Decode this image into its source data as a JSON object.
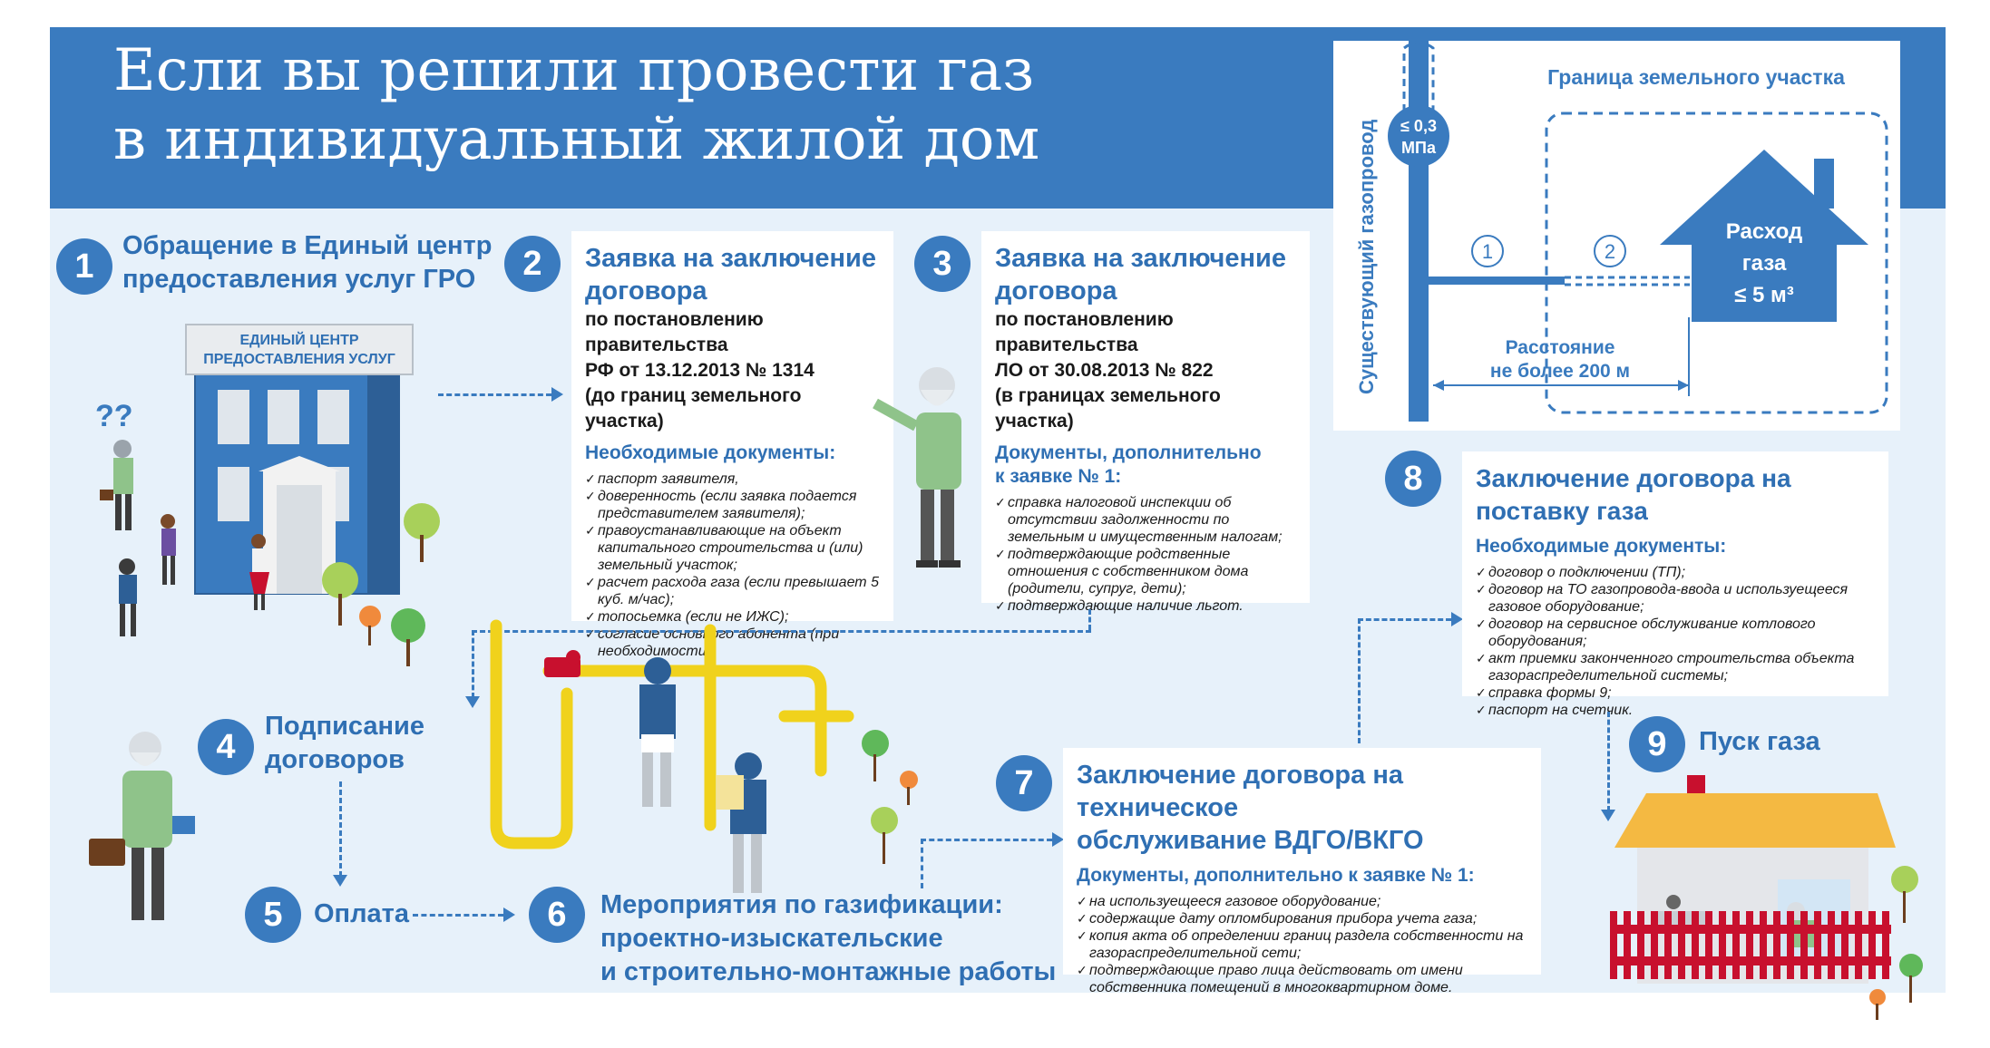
{
  "title": "Если вы решили провести газ\nв индивидуальный жилой дом",
  "colors": {
    "primary": "#3a7bbf",
    "background": "#e7f1fa",
    "pipe": "#f0d21c",
    "fence": "#c8102e",
    "roof": "#f4b942"
  },
  "step1": {
    "number": "1",
    "title": "Обращение в Единый центр\nпредоставления услуг ГРО",
    "sign_line1": "ЕДИНЫЙ ЦЕНТР",
    "sign_line2": "ПРЕДОСТАВЛЕНИЯ УСЛУГ",
    "question_marks": "??"
  },
  "step2": {
    "number": "2",
    "title": "Заявка на заключение\nдоговора",
    "subtitle": "по постановлению правительства\nРФ от 13.12.2013 № 1314\n(до границ земельного участка)",
    "docs_title": "Необходимые документы:",
    "docs": [
      "паспорт заявителя,",
      "доверенность (если заявка подается представителем заявителя);",
      "правоустанавливающие на объект капитального строительства и (или) земельный участок;",
      "расчет расхода газа (если превышает 5 куб. м/час);",
      "топосьемка (если не ИЖС);",
      "согласие основного абонента (при необходимости)."
    ]
  },
  "step3": {
    "number": "3",
    "title": "Заявка на заключение\nдоговора",
    "subtitle": "по постановлению правительства\nЛО от 30.08.2013 № 822\n(в границах земельного участка)",
    "docs_title": "Документы, дополнительно\nк заявке № 1:",
    "docs": [
      "справка налоговой инспекции об отсутствии задолженности по земельным и имущественным налогам;",
      "подтверждающие родственные отношения с собственником дома (родители, супруг, дети);",
      "подтверждающие наличие льгот."
    ]
  },
  "step4": {
    "number": "4",
    "title": "Подписание\nдоговоров"
  },
  "step5": {
    "number": "5",
    "title": "Оплата"
  },
  "step6": {
    "number": "6",
    "title": "Мероприятия по газификации:\nпроектно-изыскательские\nи строительно-монтажные работы"
  },
  "step7": {
    "number": "7",
    "title": "Заключение договора на техническое\nобслуживание ВДГО/ВКГО",
    "docs_title": "Документы, дополнительно к заявке № 1:",
    "docs": [
      "на используещееся газовое оборудование;",
      "содержащие дату опломбирования прибора учета газа;",
      "копия акта об определении границ раздела собственности на газораспределительной сети;",
      "подтверждающие право лица действовать от имени собственника помещений в многоквартирном доме."
    ]
  },
  "step8": {
    "number": "8",
    "title": "Заключение договора на поставку газа",
    "docs_title": "Необходимые документы:",
    "docs": [
      "договор о подключении (ТП);",
      "договор на ТО газопровода-ввода и используещееся газовое оборудование;",
      "договор на сервисное обслуживание котлового оборудования;",
      "акт приемки законченного строительства объекта газораспределительной системы;",
      "справка формы 9;",
      "паспорт на счетчик."
    ]
  },
  "step9": {
    "number": "9",
    "title": "Пуск газа"
  },
  "schema": {
    "pipeline_label": "Существующий газопровод",
    "pressure_line1": "≤ 0,3",
    "pressure_line2": "МПа",
    "boundary_label": "Граница земельного участка",
    "marker1": "1",
    "marker2": "2",
    "house_line1": "Расход",
    "house_line2": "газа",
    "house_line3": "≤ 5 м³",
    "distance_line1": "Расстояние",
    "distance_line2": "не более 200 м"
  }
}
